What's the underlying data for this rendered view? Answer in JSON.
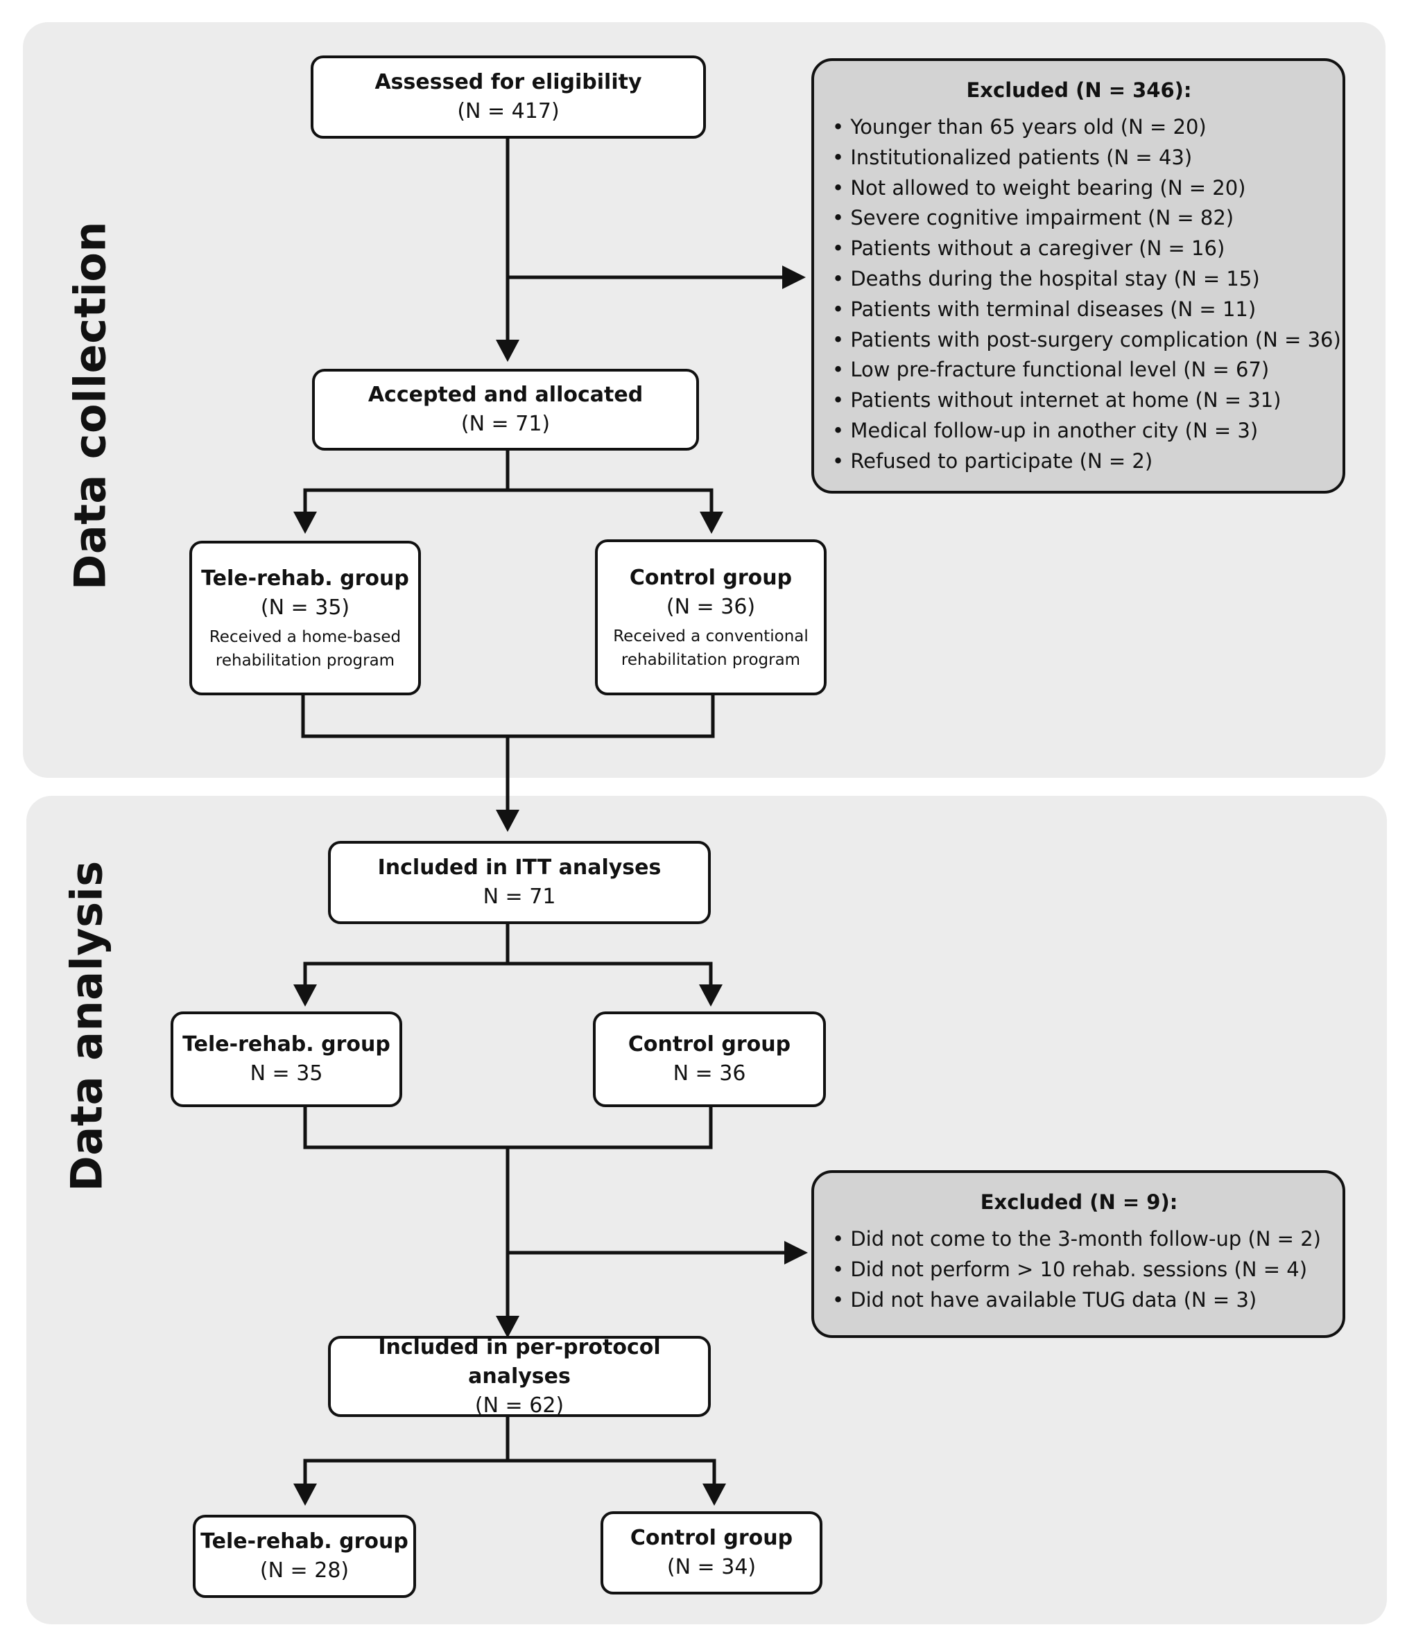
{
  "sections": {
    "collection": "Data collection",
    "analysis": "Data analysis"
  },
  "nodes": {
    "assessed": {
      "title": "Assessed for eligibility",
      "count": "(N = 417)"
    },
    "allocated": {
      "title": "Accepted and allocated",
      "count": "(N = 71)"
    },
    "tele_alloc": {
      "title": "Tele-rehab. group",
      "count": "(N = 35)",
      "desc": [
        "Received a home-based",
        "rehabilitation program"
      ]
    },
    "control_alloc": {
      "title": "Control group",
      "count": "(N = 36)",
      "desc": [
        "Received a conventional",
        "rehabilitation program"
      ]
    },
    "itt": {
      "title": "Included in ITT analyses",
      "count": "N = 71"
    },
    "tele_itt": {
      "title": "Tele-rehab. group",
      "count": "N = 35"
    },
    "control_itt": {
      "title": "Control group",
      "count": "N = 36"
    },
    "pp": {
      "title": "Included in per-protocol analyses",
      "count": "(N = 62)"
    },
    "tele_pp": {
      "title": "Tele-rehab. group",
      "count": "(N = 28)"
    },
    "control_pp": {
      "title": "Control group",
      "count": "(N = 34)"
    }
  },
  "excluded_eligibility": {
    "title": "Excluded (N = 346):",
    "items": [
      "Younger than 65 years old (N = 20)",
      "Institutionalized patients (N = 43)",
      "Not allowed to weight bearing (N = 20)",
      "Severe cognitive impairment (N = 82)",
      "Patients without a caregiver (N = 16)",
      "Deaths during the hospital stay (N = 15)",
      "Patients with terminal diseases (N = 11)",
      "Patients with post-surgery complication (N = 36)",
      "Low pre-fracture functional level (N = 67)",
      "Patients without internet at home (N = 31)",
      "Medical follow-up in another city (N = 3)",
      "Refused to participate (N = 2)"
    ]
  },
  "excluded_analysis": {
    "title": "Excluded (N = 9):",
    "items": [
      "Did not come to the 3-month follow-up (N = 2)",
      "Did not perform > 10 rehab. sessions (N = 4)",
      "Did not have available TUG data (N = 3)"
    ]
  }
}
